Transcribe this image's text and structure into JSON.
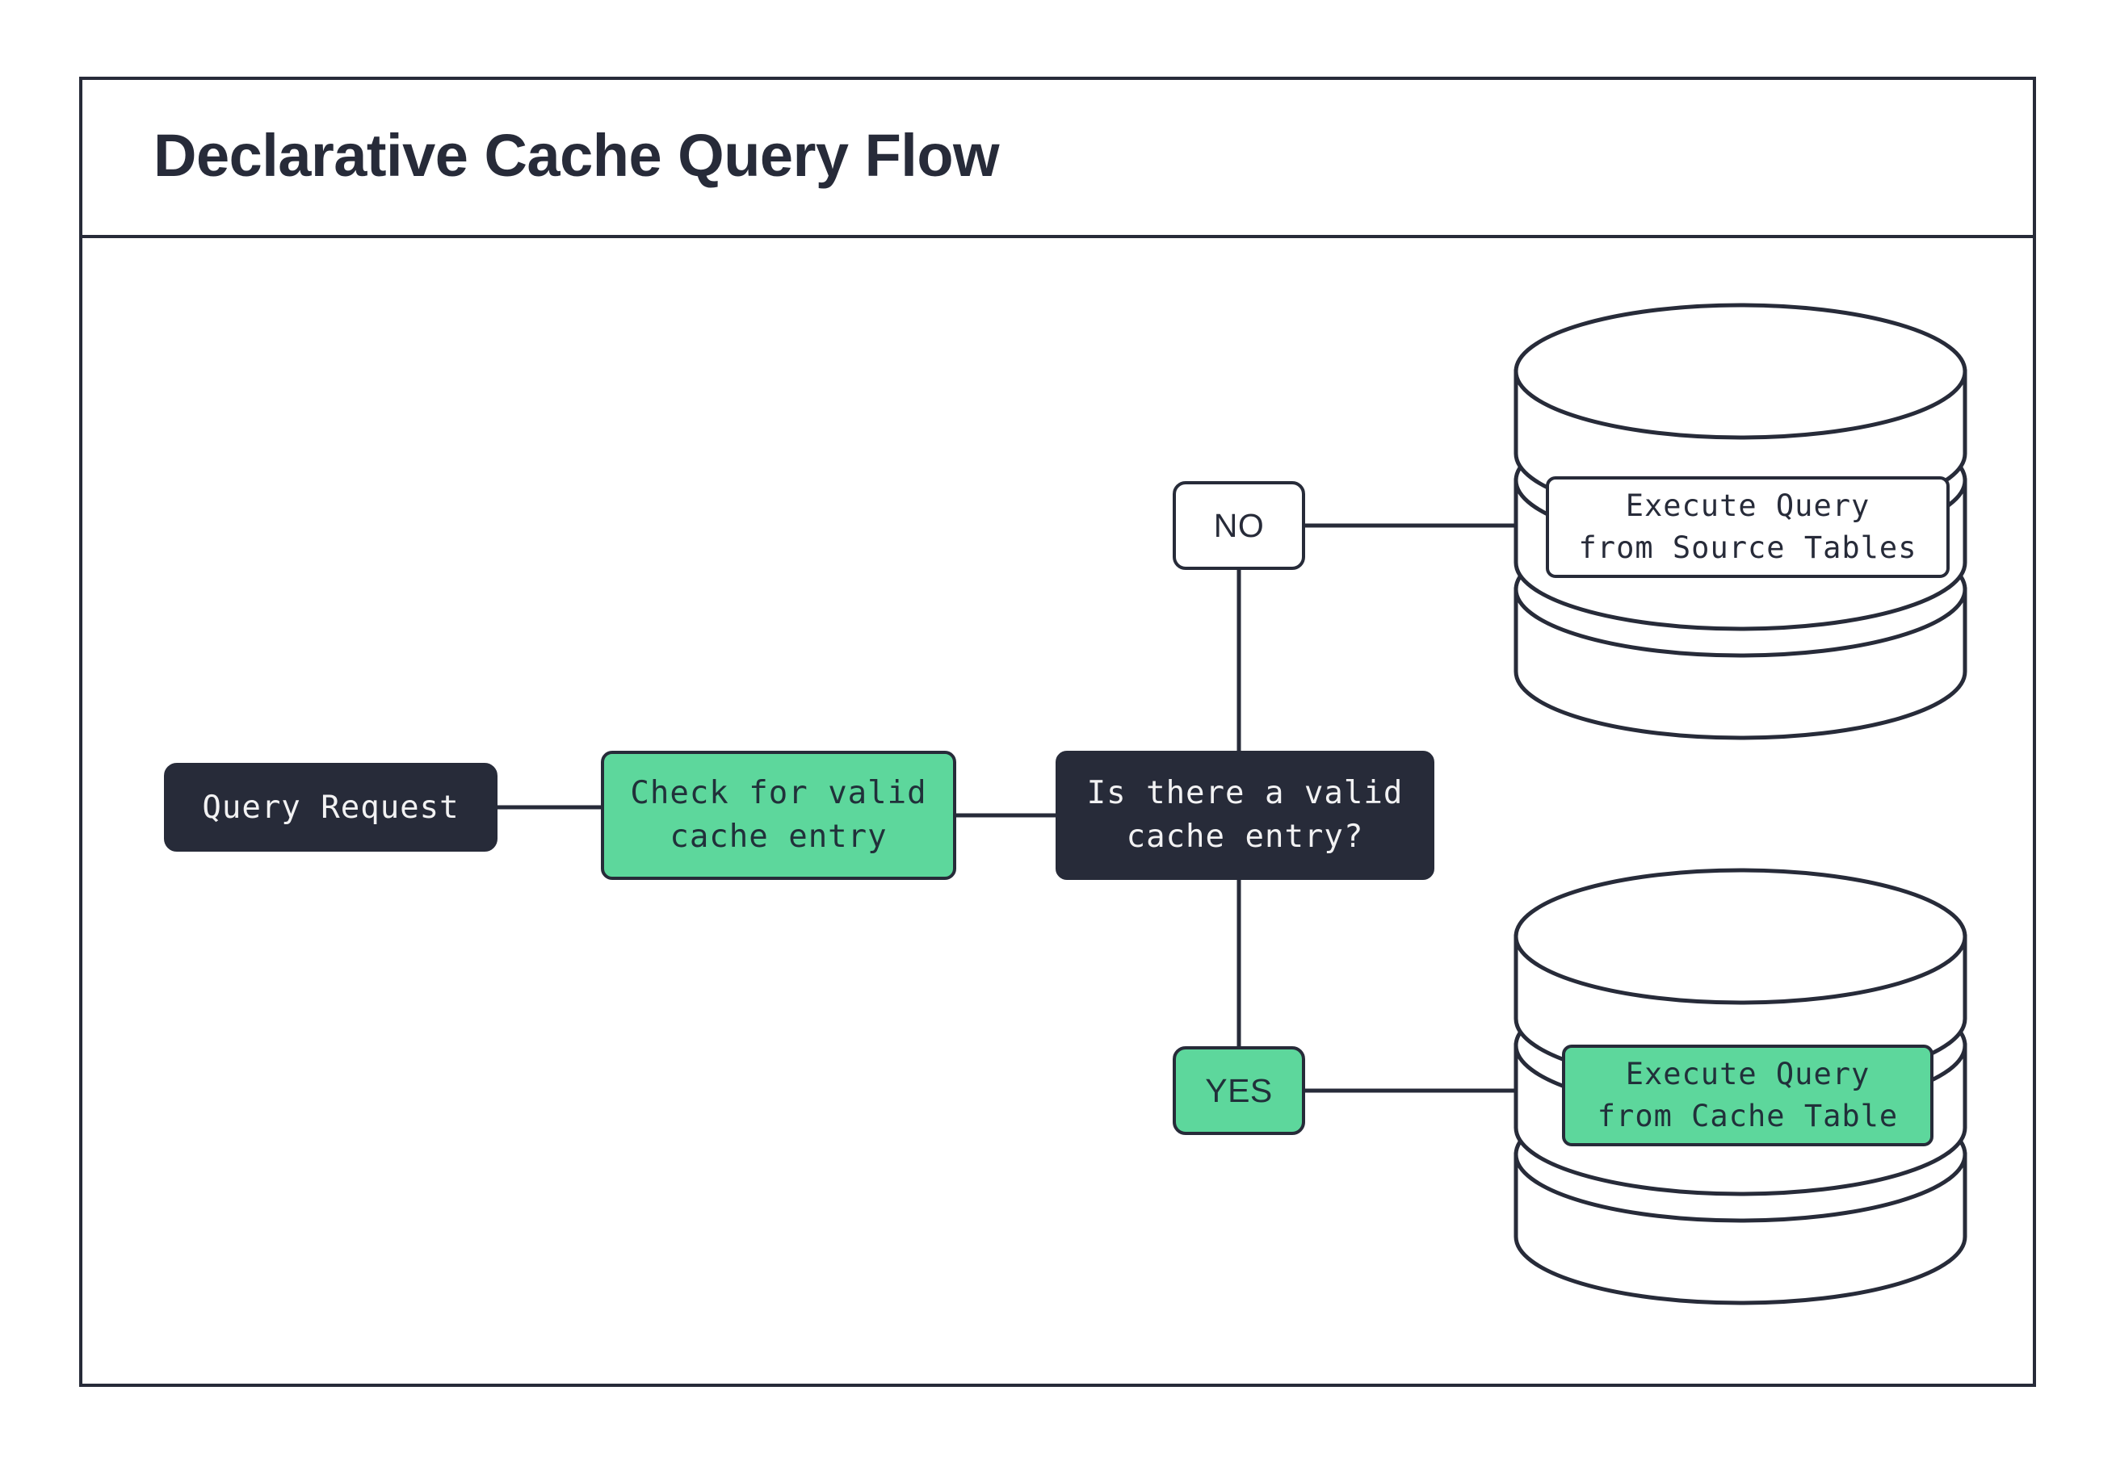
{
  "diagram": {
    "title": "Declarative Cache Query Flow",
    "colors": {
      "ink": "#272B39",
      "green": "#5DD79C",
      "dark_node_text": "#F2F2F3",
      "background": "#FFFFFF"
    },
    "nodes": [
      {
        "id": "query-request",
        "label": "Query Request",
        "style": "dark"
      },
      {
        "id": "check-cache",
        "label": "Check for valid\ncache entry",
        "style": "green"
      },
      {
        "id": "decision",
        "label": "Is there a valid\ncache entry?",
        "style": "dark"
      },
      {
        "id": "label-no",
        "label": "NO",
        "style": "white"
      },
      {
        "id": "label-yes",
        "label": "YES",
        "style": "green"
      },
      {
        "id": "exec-source",
        "label": "Execute Query\nfrom Source Tables",
        "style": "white"
      },
      {
        "id": "exec-cache",
        "label": "Execute Query\nfrom Cache Table",
        "style": "green"
      }
    ],
    "databases": [
      {
        "id": "source-tables-db",
        "position": "top"
      },
      {
        "id": "cache-table-db",
        "position": "bottom"
      }
    ],
    "edges": [
      {
        "from": "query-request",
        "to": "check-cache"
      },
      {
        "from": "check-cache",
        "to": "decision"
      },
      {
        "from": "decision",
        "to": "label-no",
        "branch": "NO"
      },
      {
        "from": "decision",
        "to": "label-yes",
        "branch": "YES"
      },
      {
        "from": "label-no",
        "to": "exec-source"
      },
      {
        "from": "label-yes",
        "to": "exec-cache"
      }
    ]
  }
}
